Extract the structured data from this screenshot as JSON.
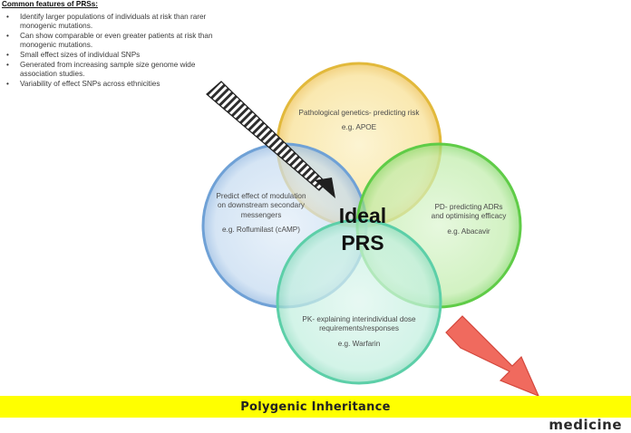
{
  "features": {
    "heading": "Common features of PRSs:",
    "items": [
      "Identify larger populations of individuals at risk than rarer monogenic mutations.",
      "Can show comparable or even greater patients at risk than monogenic mutations.",
      "Small effect sizes of individual SNPs",
      "Generated from increasing sample size genome wide association studies.",
      "Variability of effect SNPs across ethnicities"
    ]
  },
  "diagram": {
    "circles": [
      {
        "id": "top",
        "title": "Pathological genetics- predicting risk",
        "example": "e.g. APOE",
        "color": "#f5d77a"
      },
      {
        "id": "left",
        "title": "Predict effect of modulation on downstream secondary messengers",
        "example": "e.g. Roflumilast (cAMP)",
        "color": "#a9c9ea"
      },
      {
        "id": "right",
        "title": "PD- predicting ADRs and optimising efficacy",
        "example": "e.g. Abacavir",
        "color": "#9fe08a"
      },
      {
        "id": "bottom",
        "title": "PK- explaining interindividual dose requirements/responses",
        "example": "e.g. Warfarin",
        "color": "#a6e8cf"
      }
    ],
    "center_line1": "Ideal",
    "center_line2": "PRS",
    "arrow_color": "#f06a5e"
  },
  "banner": {
    "text": "Polygenic Inheritance",
    "color": "#ffff00"
  },
  "brand": "medicine"
}
